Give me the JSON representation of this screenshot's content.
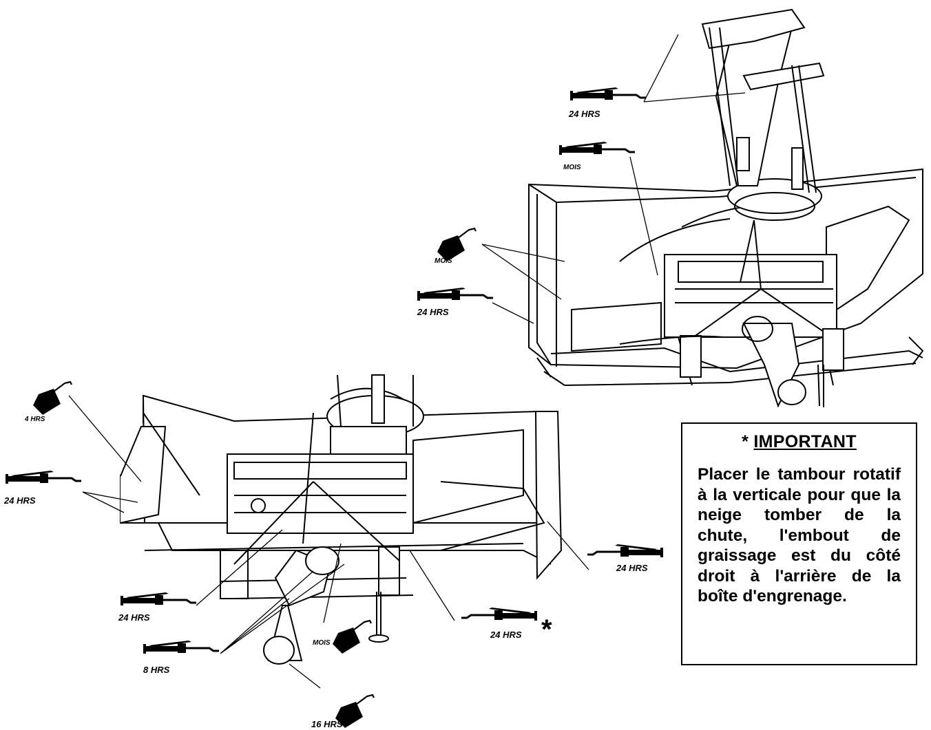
{
  "labels": {
    "top_gun_label": "24 HRS",
    "top_can_label": "MOIS",
    "left_can_label": "MOIS",
    "right_upper_gun_label": "24 HRS",
    "front_can_label": "4 HRS",
    "front_left_gun_label": "24 HRS",
    "front_right_gun_label": "24 HRS",
    "bottom_gun_left_label": "24 HRS",
    "bottom_can_label": "MOIS",
    "bottom_gun_star_label": "24 HRS",
    "star_symbol": "*",
    "shaft_gun_label": "8 HRS",
    "shaft_can_label": "16 HRS"
  },
  "note": {
    "star": "* ",
    "title": "IMPORTANT",
    "body": "Placer le tambour rotatif à la verticale pour que la neige tomber de la chute, l'embout de graissage est du côté droit à l'arrière de la boîte d'engrenage."
  },
  "icons": [
    "grease-gun-icon",
    "oil-can-icon"
  ]
}
